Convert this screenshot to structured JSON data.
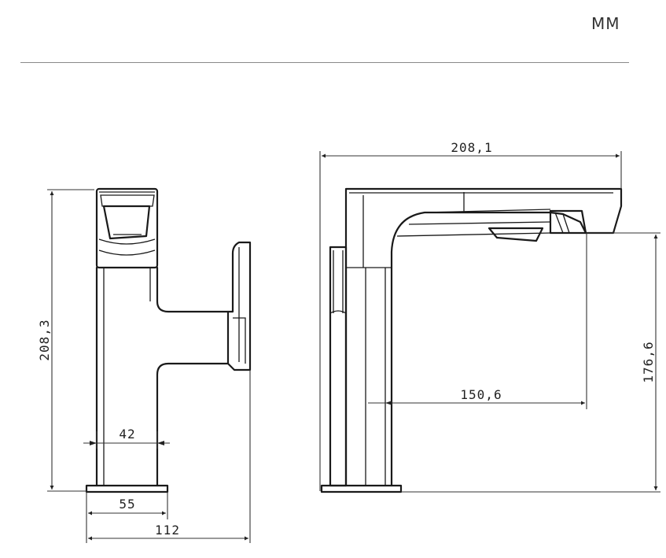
{
  "unit_label": "MM",
  "dimensions": {
    "front_height": "208,3",
    "front_base_inner": "42",
    "front_base": "55",
    "front_total_width": "112",
    "side_total_length": "208,1",
    "side_spout_reach": "150,6",
    "side_spout_height": "176,6"
  }
}
